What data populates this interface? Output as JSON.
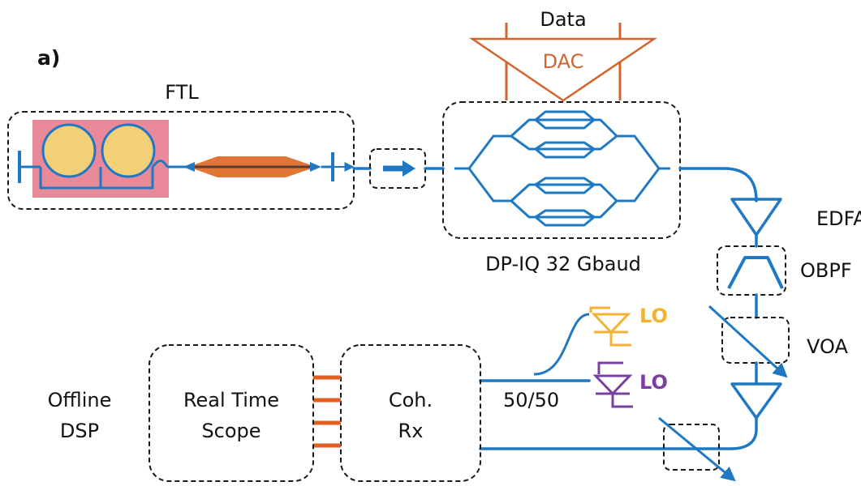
{
  "panel_label": "a)",
  "labels": {
    "ftl": "FTL",
    "data": "Data",
    "dac": "DAC",
    "modulator": "DP-IQ 32 Gbaud",
    "edfa": "EDFA",
    "obpf": "OBPF",
    "voa": "VOA",
    "lo_top": "LO",
    "lo_bottom": "LO",
    "splitter": "50/50",
    "offline_dsp_line1": "Offline",
    "offline_dsp_line2": "DSP",
    "scope_line1": "Real Time",
    "scope_line2": "Scope",
    "rx_line1": "Coh.",
    "rx_line2": "Rx"
  },
  "colors": {
    "fiber": "#1f78c3",
    "dac": "#d2642e",
    "laser_background": "#e9899a",
    "ring": "#f3cf78",
    "waveguide": "#e07535",
    "lo_top": "#f2b233",
    "lo_bottom": "#7b3fa0",
    "scope_link": "#e2611f"
  }
}
